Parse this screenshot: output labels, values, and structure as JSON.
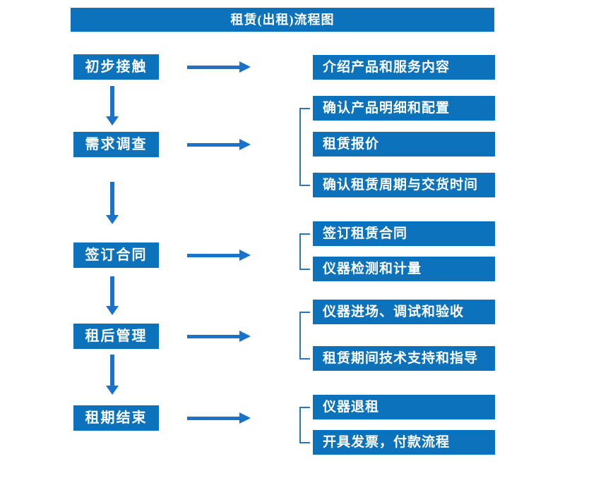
{
  "title": "租赁(出租)流程图",
  "colors": {
    "box_blue": "#0d72bc",
    "arrow_blue": "#1973cb",
    "bracket_blue": "#2e75b6",
    "text_white": "#ffffff",
    "background": "#ffffff"
  },
  "steps": [
    {
      "label": "初步接触",
      "outputs": [
        "介绍产品和服务内容"
      ]
    },
    {
      "label": "需求调查",
      "outputs": [
        "确认产品明细和配置",
        "租赁报价",
        "确认租赁周期与交货时间"
      ]
    },
    {
      "label": "签订合同",
      "outputs": [
        "签订租赁合同",
        "仪器检测和计量"
      ]
    },
    {
      "label": "租后管理",
      "outputs": [
        "仪器进场、调试和验收",
        "租赁期间技术支持和指导"
      ]
    },
    {
      "label": "租期结束",
      "outputs": [
        "仪器退租",
        "开具发票，付款流程"
      ]
    }
  ]
}
